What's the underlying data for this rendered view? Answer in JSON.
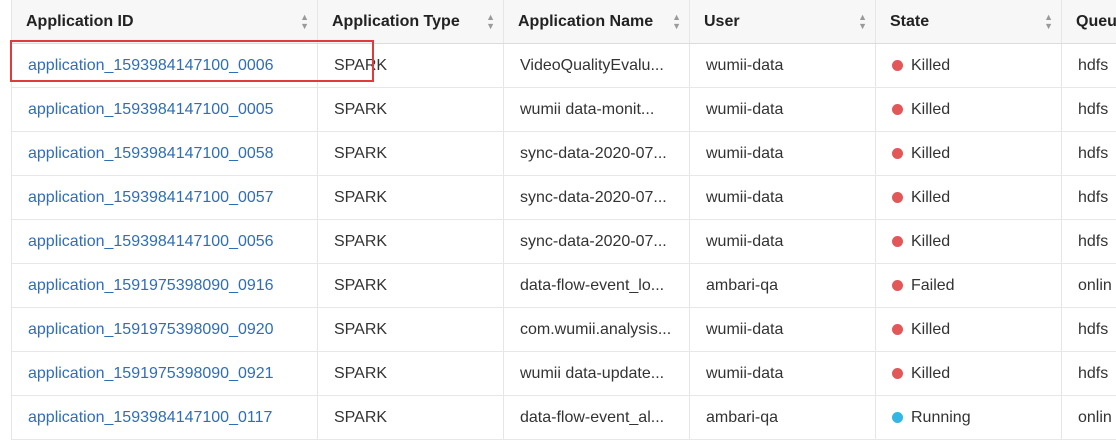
{
  "columns": [
    {
      "label": "Application ID"
    },
    {
      "label": "Application Type"
    },
    {
      "label": "Application Name"
    },
    {
      "label": "User"
    },
    {
      "label": "State"
    },
    {
      "label": "Queu"
    }
  ],
  "colors": {
    "link": "#2f6eb5",
    "killed": "#e25858",
    "failed": "#e25858",
    "running": "#33b5e5",
    "highlight": "#e03a3a"
  },
  "rows": [
    {
      "id": "application_1593984147100_0006",
      "type": "SPARK",
      "name": "VideoQualityEvalu...",
      "user": "wumii-data",
      "state": "Killed",
      "queue": "hdfs",
      "state_color": "#e25858"
    },
    {
      "id": "application_1593984147100_0005",
      "type": "SPARK",
      "name": "wumii data-monit...",
      "user": "wumii-data",
      "state": "Killed",
      "queue": "hdfs",
      "state_color": "#e25858"
    },
    {
      "id": "application_1593984147100_0058",
      "type": "SPARK",
      "name": "sync-data-2020-07...",
      "user": "wumii-data",
      "state": "Killed",
      "queue": "hdfs",
      "state_color": "#e25858"
    },
    {
      "id": "application_1593984147100_0057",
      "type": "SPARK",
      "name": "sync-data-2020-07...",
      "user": "wumii-data",
      "state": "Killed",
      "queue": "hdfs",
      "state_color": "#e25858"
    },
    {
      "id": "application_1593984147100_0056",
      "type": "SPARK",
      "name": "sync-data-2020-07...",
      "user": "wumii-data",
      "state": "Killed",
      "queue": "hdfs",
      "state_color": "#e25858"
    },
    {
      "id": "application_1591975398090_0916",
      "type": "SPARK",
      "name": "data-flow-event_lo...",
      "user": "ambari-qa",
      "state": "Failed",
      "queue": "onlin",
      "state_color": "#e25858"
    },
    {
      "id": "application_1591975398090_0920",
      "type": "SPARK",
      "name": "com.wumii.analysis...",
      "user": "wumii-data",
      "state": "Killed",
      "queue": "hdfs",
      "state_color": "#e25858"
    },
    {
      "id": "application_1591975398090_0921",
      "type": "SPARK",
      "name": "wumii data-update...",
      "user": "wumii-data",
      "state": "Killed",
      "queue": "hdfs",
      "state_color": "#e25858"
    },
    {
      "id": "application_1593984147100_0117",
      "type": "SPARK",
      "name": "data-flow-event_al...",
      "user": "ambari-qa",
      "state": "Running",
      "queue": "onlin",
      "state_color": "#33b5e5"
    }
  ]
}
